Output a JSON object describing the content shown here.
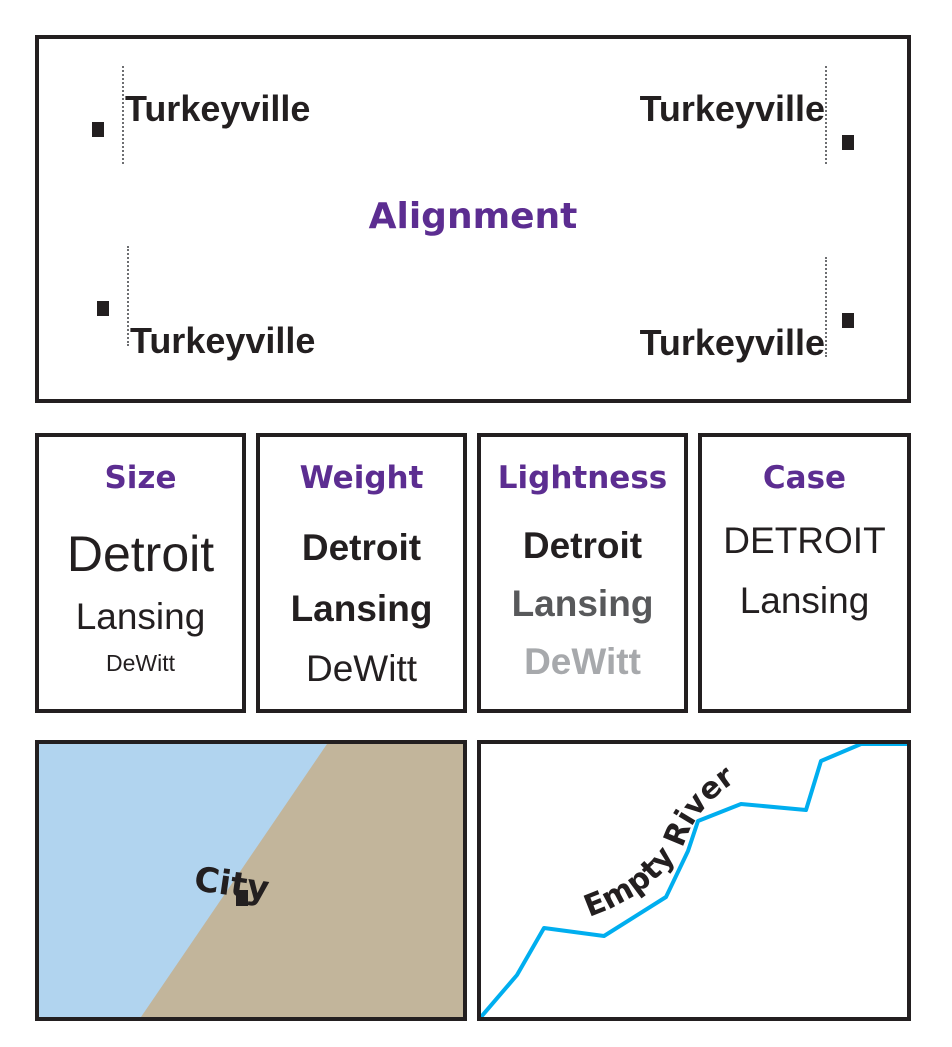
{
  "alignment_panel": {
    "title": "Alignment",
    "labels": [
      "Turkeyville",
      "Turkeyville",
      "Turkeyville",
      "Turkeyville"
    ]
  },
  "size_panel": {
    "title": "Size",
    "items": [
      "Detroit",
      "Lansing",
      "DeWitt"
    ]
  },
  "weight_panel": {
    "title": "Weight",
    "items": [
      "Detroit",
      "Lansing",
      "DeWitt"
    ]
  },
  "lightness_panel": {
    "title": "Lightness",
    "items": [
      "Detroit",
      "Lansing",
      "DeWitt"
    ],
    "colors": [
      "#231f20",
      "#58595b",
      "#a7a9ac"
    ]
  },
  "case_panel": {
    "title": "Case",
    "items": [
      "DETROIT",
      "Lansing"
    ]
  },
  "city_map": {
    "label": "City",
    "colors": {
      "water": "#b1d4ef",
      "land": "#c2b59b"
    }
  },
  "river_map": {
    "label": "Empty River",
    "colors": {
      "river": "#00aeef"
    }
  },
  "colors": {
    "heading": "#5c2d91",
    "frame": "#231f20",
    "text": "#231f20"
  }
}
